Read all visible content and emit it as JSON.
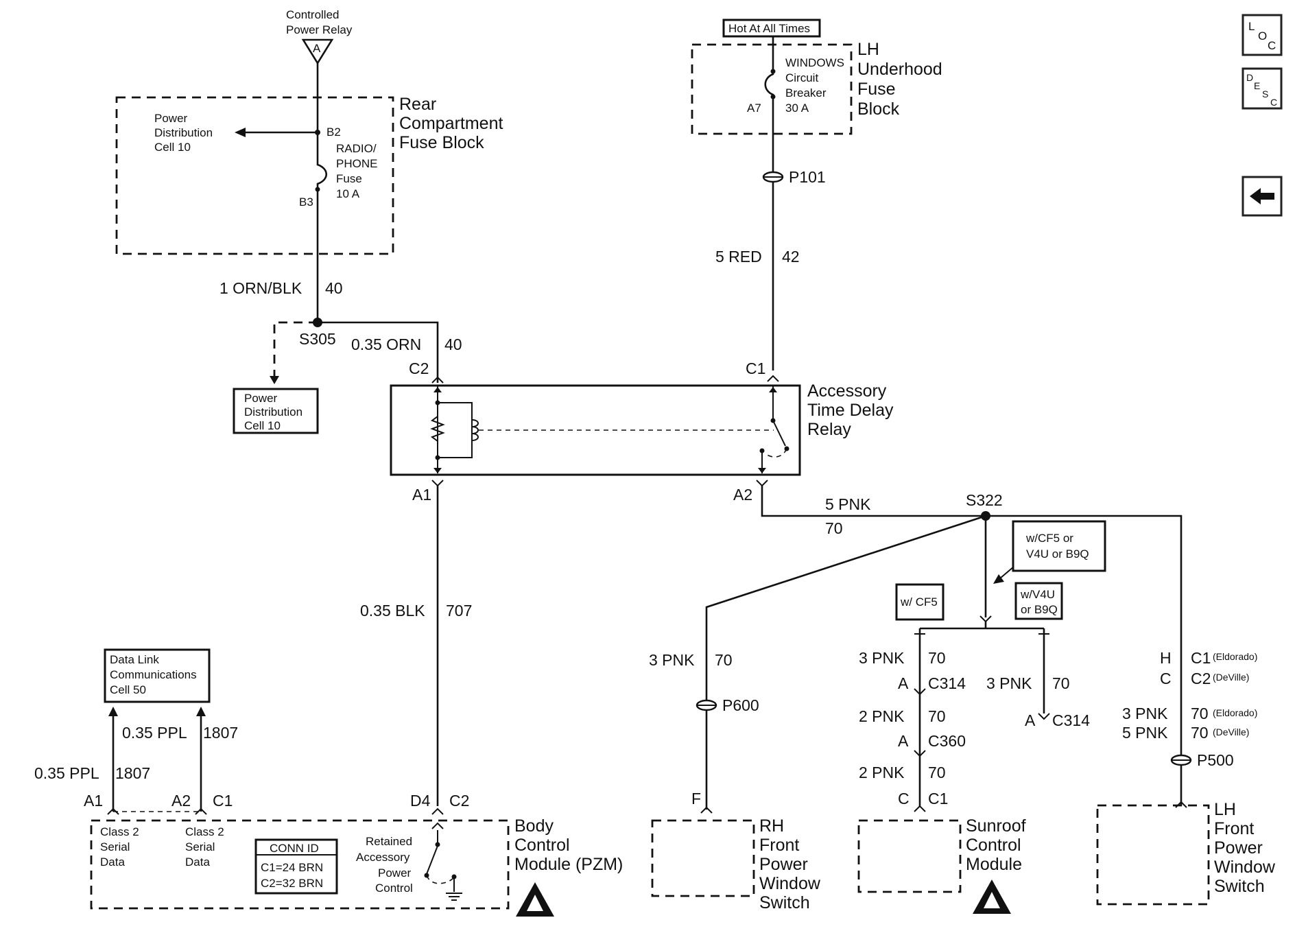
{
  "colors": {
    "ink": "#111111",
    "paper": "#ffffff"
  },
  "side_buttons": {
    "loc": {
      "l": "L",
      "o": "O",
      "c": "C"
    },
    "desc": {
      "d": "D",
      "e": "E",
      "s": "S",
      "c": "C"
    }
  },
  "relay_top": {
    "source_line1": "Controlled",
    "source_line2": "Power Relay",
    "source_pin": "A"
  },
  "rear_fuse_block": {
    "title1": "Rear",
    "title2": "Compartment",
    "title3": "Fuse Block",
    "pd_line1": "Power",
    "pd_line2": "Distribution",
    "pd_line3": "Cell 10",
    "pin_b2": "B2",
    "pin_b3": "B3",
    "fuse_line1": "RADIO/",
    "fuse_line2": "PHONE",
    "fuse_line3": "Fuse",
    "fuse_line4": "10 A"
  },
  "hot_label": "Hot At All Times",
  "lh_fuse_block": {
    "title1": "LH",
    "title2": "Underhood",
    "title3": "Fuse",
    "title4": "Block",
    "cb_line1": "WINDOWS",
    "cb_line2": "Circuit",
    "cb_line3": "Breaker",
    "cb_line4": "30 A",
    "pin_a7": "A7"
  },
  "p101": "P101",
  "wire_red": {
    "size": "5 RED",
    "circuit": "42"
  },
  "wire_orn_blk": {
    "size": "1 ORN/BLK",
    "circuit": "40"
  },
  "s305": "S305",
  "wire_orn": {
    "size": "0.35 ORN",
    "circuit": "40"
  },
  "pd_box": {
    "line1": "Power",
    "line2": "Distribution",
    "line3": "Cell 10"
  },
  "relay": {
    "c2": "C2",
    "c1": "C1",
    "a1": "A1",
    "a2": "A2",
    "title1": "Accessory",
    "title2": "Time Delay",
    "title3": "Relay"
  },
  "s322": "S322",
  "wire_pnk": {
    "size": "5 PNK",
    "circuit": "70"
  },
  "opt_cf5_v4u": {
    "line1": "w/CF5 or",
    "line2": "V4U or B9Q"
  },
  "opt_cf5": "w/ CF5",
  "opt_v4u": {
    "line1": "w/V4U",
    "line2": "or B9Q"
  },
  "wire_blk": {
    "size": "0.35 BLK",
    "circuit": "707"
  },
  "data_link": {
    "line1": "Data Link",
    "line2": "Communications",
    "line3": "Cell 50"
  },
  "wire_ppl_a": {
    "size": "0.35 PPL",
    "circuit": "1807"
  },
  "wire_ppl_b": {
    "size": "0.35 PPL",
    "circuit": "1807"
  },
  "bcm": {
    "a1": "A1",
    "a2": "A2",
    "c1": "C1",
    "d4": "D4",
    "c2": "C2",
    "title1": "Body",
    "title2": "Control",
    "title3": "Module (PZM)",
    "csd1_line1": "Class 2",
    "csd1_line2": "Serial",
    "csd1_line3": "Data",
    "csd2_line1": "Class 2",
    "csd2_line2": "Serial",
    "csd2_line3": "Data",
    "conn_title": "CONN ID",
    "conn_c1": "C1=24 BRN",
    "conn_c2": "C2=32 BRN",
    "rap_line1": "Retained",
    "rap_line2": "Accessory",
    "rap_line3": "Power",
    "rap_line4": "Control"
  },
  "rh_branch": {
    "size": "3 PNK",
    "circuit": "70",
    "splice": "P600",
    "pin": "F",
    "title1": "RH",
    "title2": "Front",
    "title3": "Power",
    "title4": "Window",
    "title5": "Switch"
  },
  "sunroof_branch": {
    "size1": "3 PNK",
    "circuit1": "70",
    "pin1": "A",
    "conn1": "C314",
    "size2": "2 PNK",
    "circuit2": "70",
    "pin2": "A",
    "conn2": "C360",
    "size3": "2 PNK",
    "circuit3": "70",
    "pin3": "C",
    "conn3": "C1",
    "title1": "Sunroof",
    "title2": "Control",
    "title3": "Module"
  },
  "v4u_branch": {
    "size": "3 PNK",
    "circuit": "70",
    "pin": "A",
    "conn": "C314"
  },
  "lh_branch": {
    "pin_h": "H",
    "conn_c1": "C1",
    "note_eldorado": "(Eldorado)",
    "pin_c": "C",
    "conn_c2": "C2",
    "note_deville": "(DeVille)",
    "size1": "3 PNK",
    "circuit1": "70",
    "note1": "(Eldorado)",
    "size2": "5 PNK",
    "circuit2": "70",
    "note2": "(DeVille)",
    "splice": "P500",
    "title1": "LH",
    "title2": "Front",
    "title3": "Power",
    "title4": "Window",
    "title5": "Switch"
  }
}
